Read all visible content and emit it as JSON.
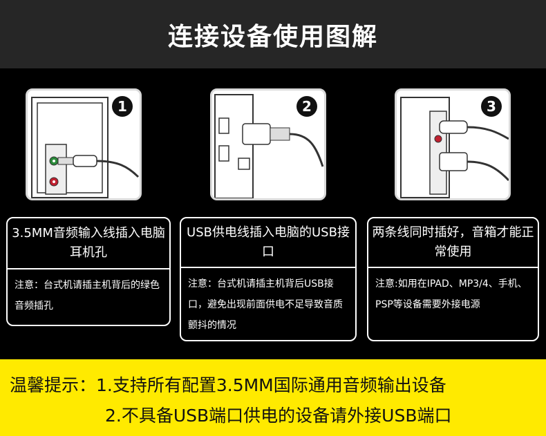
{
  "header": {
    "title": "连接设备使用图解"
  },
  "steps": [
    {
      "number": "1",
      "title": "3.5MM音频输入线插入电脑耳机孔",
      "note": "注意：台式机请插主机背后的绿色音频插孔"
    },
    {
      "number": "2",
      "title": "USB供电线插入电脑的USB接口",
      "note": "注意：台式机请插主机背后USB接口，避免出现前面供电不足导致音质颤抖的情况"
    },
    {
      "number": "3",
      "title": "两条线同时插好，音箱才能正常使用",
      "note": "注意:如用在IPAD、MP3/4、手机、PSP等设备需要外接电源"
    }
  ],
  "tips": {
    "line1": "温馨提示：1.支持所有配置3.5MM国际通用音频输出设备",
    "line2": "2.不具备USB端口供电的设备请外接USB端口"
  },
  "colors": {
    "footer": "#ffea00",
    "header": "#262626",
    "jack_green": "#2a8a3a",
    "jack_red": "#c02030"
  }
}
